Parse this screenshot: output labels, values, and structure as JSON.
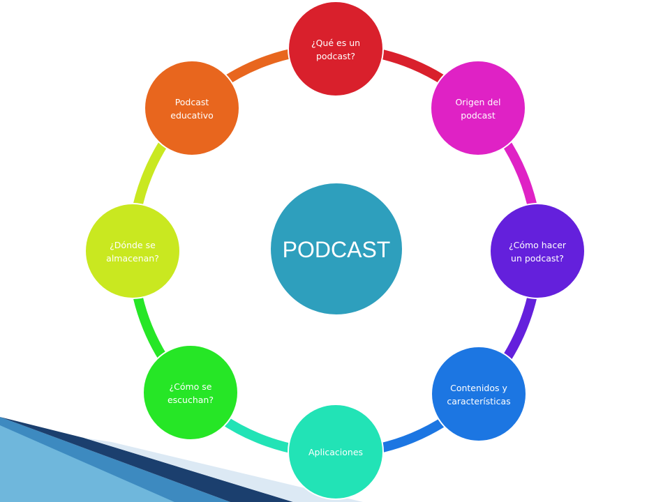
{
  "diagram": {
    "center": {
      "label": "PODCAST",
      "color": "#2e9fbd"
    },
    "nodes": [
      {
        "line1": "¿Qué es un",
        "line2": "podcast?",
        "color": "#d9202c"
      },
      {
        "line1": "Origen del",
        "line2": "podcast",
        "color": "#df22c5"
      },
      {
        "line1": "¿Cómo hacer",
        "line2": "un podcast?",
        "color": "#6420dc"
      },
      {
        "line1": "Contenidos y",
        "line2": "características",
        "color": "#1c76e2"
      },
      {
        "line1": "Aplicaciones",
        "line2": "",
        "color": "#22e3b6"
      },
      {
        "line1": "¿Cómo se",
        "line2": "escuchan?",
        "color": "#26e626"
      },
      {
        "line1": "¿Dónde se",
        "line2": "almacenan?",
        "color": "#c9e820"
      },
      {
        "line1": "Podcast",
        "line2": "educativo",
        "color": "#e8661e"
      }
    ],
    "connector_colors": [
      "#d9202c",
      "#df22c5",
      "#6420dc",
      "#1c76e2",
      "#22e3b6",
      "#26e626",
      "#c9e820",
      "#e8661e"
    ]
  },
  "decoration": {
    "wedge_colors": [
      "#1a3f6f",
      "#3a7fb0",
      "#8cc8e6",
      "#ffffff"
    ]
  }
}
